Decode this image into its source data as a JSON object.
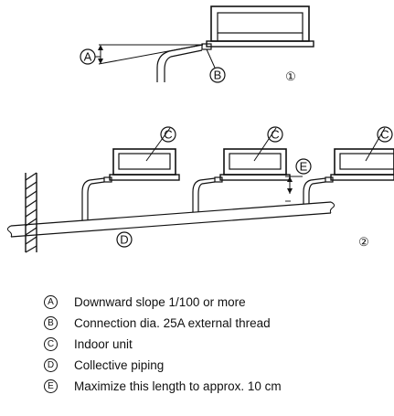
{
  "figure1": {
    "marker_slope": "A",
    "marker_connection": "B",
    "number": "①"
  },
  "figure2": {
    "marker_indoor_1": "C",
    "marker_indoor_2": "C",
    "marker_indoor_3": "C",
    "marker_collective": "D",
    "marker_length": "E",
    "number": "②"
  },
  "legend": [
    {
      "key": "A",
      "text": "Downward slope 1/100 or more"
    },
    {
      "key": "B",
      "text": "Connection dia. 25A external thread"
    },
    {
      "key": "C",
      "text": "Indoor unit"
    },
    {
      "key": "D",
      "text": "Collective piping"
    },
    {
      "key": "E",
      "text": "Maximize this length to approx. 10 cm"
    }
  ]
}
